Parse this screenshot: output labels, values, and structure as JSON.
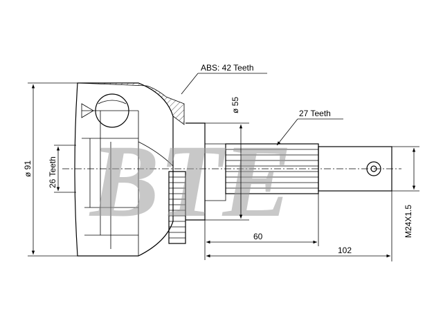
{
  "watermark": {
    "text": "BTE"
  },
  "labels": {
    "abs": "ABS: 42 Teeth",
    "inner_teeth": "26 Teeth",
    "outer_teeth": "27 Teeth",
    "outer_diameter": "ø 91",
    "bore_diameter": "ø 55",
    "thread": "M24X1.5",
    "spline_length": "60",
    "total_length": "102"
  },
  "colors": {
    "line": "#000000",
    "hatch": "#000000",
    "watermark": "#9a9a9a"
  }
}
